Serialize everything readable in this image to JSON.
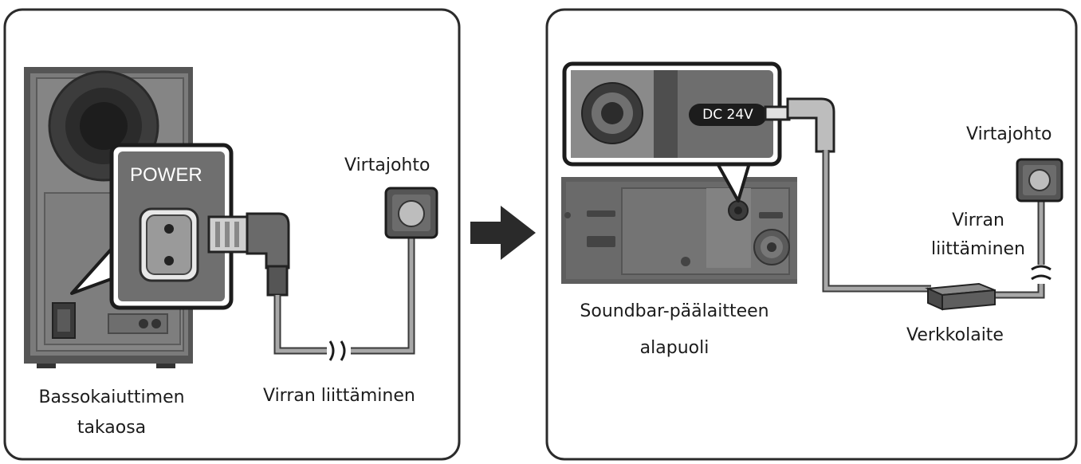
{
  "left_panel": {
    "power_label": "POWER",
    "outlet_label": "Virtajohto",
    "cable_label": "Virran liittäminen",
    "caption_line1": "Bassokaiuttimen",
    "caption_line2": "takaosa"
  },
  "right_panel": {
    "port_label": "DC 24V",
    "outlet_label": "Virtajohto",
    "cable_label_line1": "Virran",
    "cable_label_line2": "liittäminen",
    "adapter_label": "Verkkolaite",
    "caption_line1": "Soundbar-päälaitteen",
    "caption_line2": "alapuoli"
  },
  "colors": {
    "panel_border": "#2b2b2b",
    "device_body": "#7b7b7b",
    "device_dark": "#4a4a4a",
    "cable": "#9a9a9a",
    "arrow": "#2a2a2a"
  }
}
